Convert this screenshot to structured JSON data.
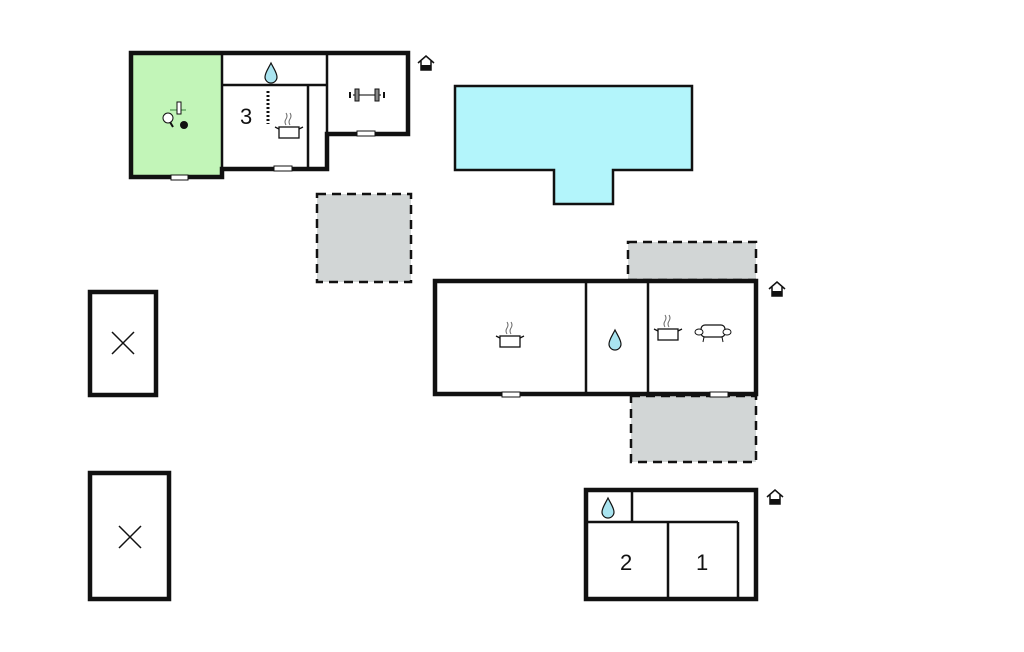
{
  "plan": {
    "rooms": {
      "upper_room_label": "3",
      "lower_left_label": "2",
      "lower_right_label": "1"
    },
    "colors": {
      "activity_room": "#c2f5b8",
      "pool": "#b3f5fb",
      "terrace": "#d2d6d6",
      "water": "#a9e4f0"
    }
  }
}
